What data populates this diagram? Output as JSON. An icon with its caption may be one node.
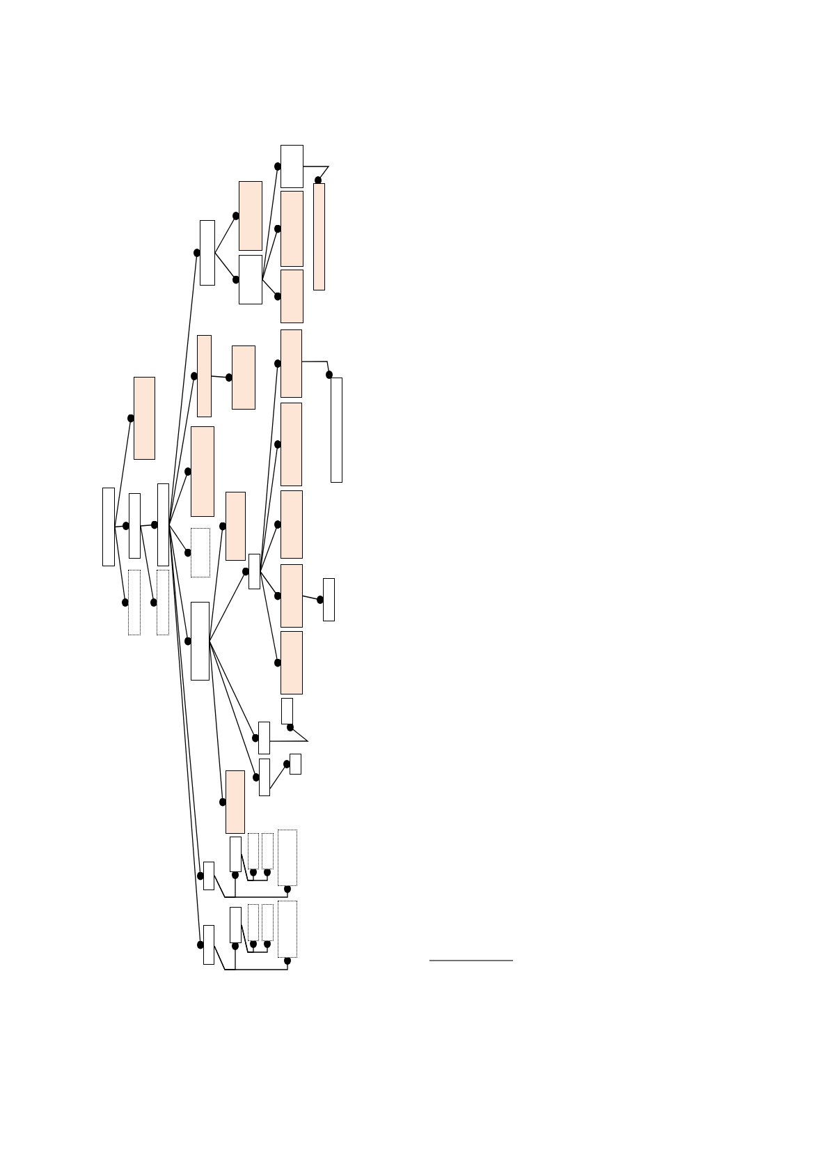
{
  "diagram": {
    "nodes": [
      {
        "text": [],
        "shape": "box"
      },
      {
        "text": [],
        "shape": "box"
      },
      {
        "text": [],
        "shape": "box"
      },
      {
        "text": [],
        "shape": "box"
      },
      {
        "text": [],
        "shape": "box"
      },
      {
        "text": [],
        "shape": "box"
      },
      {
        "text": [],
        "shape": "box"
      },
      {
        "text": [],
        "shape": "box"
      },
      {
        "text": [],
        "shape": "box"
      },
      {
        "text": [],
        "shape": "box"
      },
      {
        "text": [],
        "shape": "box"
      },
      {
        "text": [],
        "shape": "box"
      },
      {
        "text": [],
        "shape": "box"
      },
      {
        "text": [],
        "shape": "box"
      },
      {
        "text": [],
        "shape": "box"
      },
      {
        "text": [],
        "shape": "box"
      },
      {
        "text": [],
        "shape": "box"
      },
      {
        "text": [],
        "shape": "box"
      },
      {
        "text": [],
        "shape": "box"
      },
      {
        "text": [],
        "shape": "box"
      },
      {
        "text": [],
        "shape": "box"
      },
      {
        "text": [],
        "shape": "box"
      },
      {
        "text": [],
        "shape": "box"
      },
      {
        "text": [],
        "shape": "box"
      },
      {
        "text": [],
        "shape": "box"
      },
      {
        "text": [],
        "shape": "box"
      },
      {
        "text": [],
        "shape": "box"
      },
      {
        "text": [],
        "shape": "box"
      },
      {
        "text": [],
        "shape": "box"
      },
      {
        "text": [],
        "shape": "box"
      },
      {
        "text": [],
        "shape": "box"
      },
      {
        "text": [],
        "shape": "box"
      },
      {
        "text": [],
        "shape": "box"
      },
      {
        "text": [],
        "shape": "box"
      },
      {
        "text": [],
        "shape": "box"
      },
      {
        "text": [],
        "shape": "box"
      },
      {
        "text": [],
        "shape": "box"
      },
      {
        "text": [],
        "shape": "box"
      },
      {
        "text": [],
        "shape": "box"
      },
      {
        "text": [],
        "shape": "box"
      },
      {
        "text": [],
        "shape": "box"
      },
      {
        "text": [],
        "shape": "box"
      }
    ],
    "edges": [
      {
        "from": 0,
        "to": 1,
        "arrow": "other"
      },
      {
        "from": 0,
        "to": 2,
        "arrow": "other"
      },
      {
        "from": 0,
        "to": 3,
        "arrow": "other"
      },
      {
        "from": 2,
        "to": 4,
        "arrow": "other"
      },
      {
        "from": 2,
        "to": 5,
        "arrow": "other"
      },
      {
        "from": 4,
        "to": 6,
        "arrow": "other"
      },
      {
        "from": 4,
        "to": 7,
        "arrow": "other"
      },
      {
        "from": 4,
        "to": 8,
        "arrow": "other"
      },
      {
        "from": 4,
        "to": 9,
        "arrow": "other"
      },
      {
        "from": 4,
        "to": 10,
        "arrow": "other"
      },
      {
        "from": 4,
        "to": 11,
        "arrow": "other"
      },
      {
        "from": 4,
        "to": 12,
        "arrow": "other"
      },
      {
        "from": 6,
        "to": 13,
        "arrow": "other"
      },
      {
        "from": 6,
        "to": 14,
        "arrow": "other"
      },
      {
        "from": 14,
        "to": 29,
        "arrow": "other"
      },
      {
        "from": 14,
        "to": 30,
        "arrow": "other"
      },
      {
        "from": 14,
        "to": 31,
        "arrow": "other"
      },
      {
        "from": 29,
        "to": 39,
        "arrow": "other"
      },
      {
        "from": 7,
        "to": 15,
        "arrow": "other"
      },
      {
        "from": 10,
        "to": 16,
        "arrow": "other"
      },
      {
        "from": 10,
        "to": 17,
        "arrow": "other"
      },
      {
        "from": 10,
        "to": 19,
        "arrow": "other"
      },
      {
        "from": 10,
        "to": 20,
        "arrow": "other"
      },
      {
        "from": 10,
        "to": 18,
        "arrow": "other"
      },
      {
        "from": 17,
        "to": 32,
        "arrow": "other"
      },
      {
        "from": 17,
        "to": 33,
        "arrow": "other"
      },
      {
        "from": 17,
        "to": 34,
        "arrow": "other"
      },
      {
        "from": 17,
        "to": 35,
        "arrow": "other"
      },
      {
        "from": 17,
        "to": 36,
        "arrow": "other"
      },
      {
        "from": 35,
        "to": 41,
        "arrow": "other"
      },
      {
        "from": 32,
        "to": 40,
        "arrow": "other"
      },
      {
        "from": 19,
        "to": 37,
        "arrow": "other"
      },
      {
        "from": 20,
        "to": 38,
        "arrow": "other"
      },
      {
        "from": 11,
        "to": 21,
        "arrow": "other"
      },
      {
        "from": 11,
        "to": 24,
        "arrow": "other"
      },
      {
        "from": 21,
        "to": 22,
        "arrow": "other"
      },
      {
        "from": 21,
        "to": 23,
        "arrow": "other"
      },
      {
        "from": 12,
        "to": 25,
        "arrow": "other"
      },
      {
        "from": 12,
        "to": 28,
        "arrow": "other"
      },
      {
        "from": 25,
        "to": 26,
        "arrow": "other"
      },
      {
        "from": 25,
        "to": 27,
        "arrow": "other"
      }
    ]
  }
}
